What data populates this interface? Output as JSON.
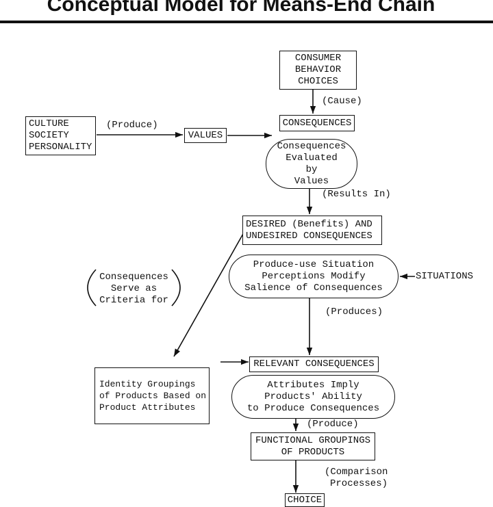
{
  "title": "Conceptual Model for Means-End Chain",
  "nodes": {
    "consumer_behavior_choices": [
      "CONSUMER",
      "BEHAVIOR",
      "CHOICES"
    ],
    "consequences": [
      "CONSEQUENCES"
    ],
    "culture_society_personality": [
      "CULTURE",
      "SOCIETY",
      "PERSONALITY"
    ],
    "values": [
      "VALUES"
    ],
    "consequences_evaluated_by_values": [
      "Consequences",
      "Evaluated",
      "by",
      "Values"
    ],
    "desired_undesired_consequences": [
      "DESIRED (Benefits) AND",
      "UNDESIRED CONSEQUENCES"
    ],
    "situation_perceptions": [
      "Produce-use Situation",
      "Perceptions Modify",
      "Salience of Consequences"
    ],
    "situations": "SITUATIONS",
    "criteria_note": [
      "Consequences",
      "Serve as",
      "Criteria for"
    ],
    "relevant_consequences": [
      "RELEVANT CONSEQUENCES"
    ],
    "identity_groupings": [
      "Identity Groupings",
      "of Products Based on",
      "Product Attributes"
    ],
    "attributes_imply_ability": [
      "Attributes Imply",
      "Products' Ability",
      "to Produce Consequences"
    ],
    "functional_groupings": [
      "FUNCTIONAL GROUPINGS",
      "OF PRODUCTS"
    ],
    "choice": [
      "CHOICE"
    ]
  },
  "edge_labels": {
    "cause": "(Cause)",
    "produce_values": "(Produce)",
    "results_in": "(Results In)",
    "produces": "(Produces)",
    "produce_groupings": "(Produce)",
    "comparison_processes": [
      "(Comparison",
      "Processes)"
    ]
  }
}
